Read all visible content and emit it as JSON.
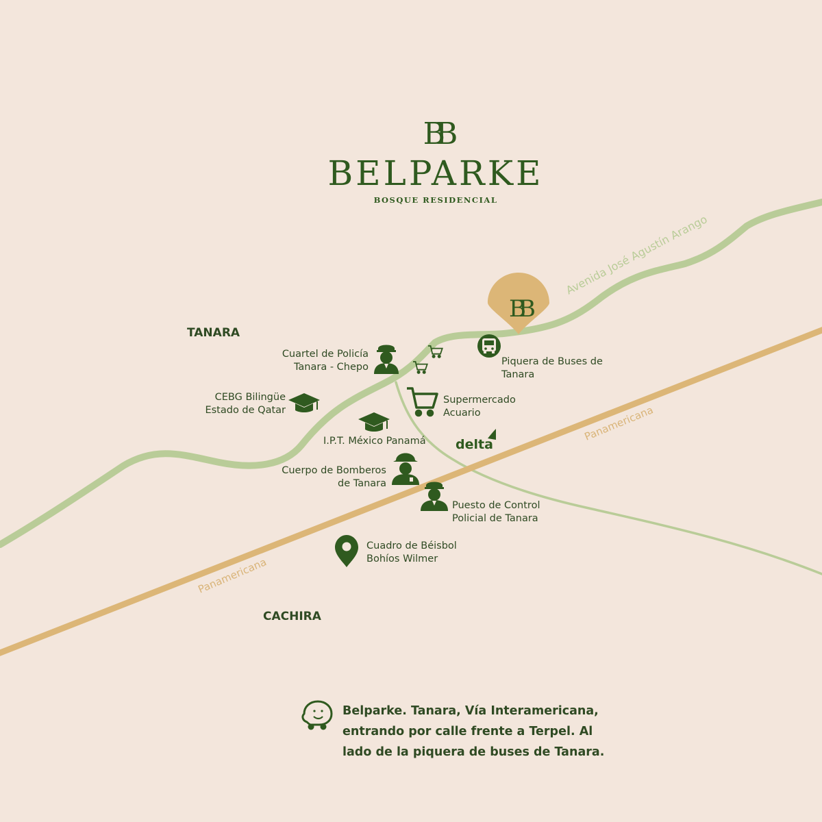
{
  "brand": {
    "monogram": "BB",
    "name": "BELPARKE",
    "subtitle": "BOSQUE RESIDENCIAL"
  },
  "areas": {
    "tanara": "TANARA",
    "cachira": "CACHIRA"
  },
  "roads": {
    "avenida": "Avenida José Agustín Arango",
    "panamericana": "Panamericana"
  },
  "pois": {
    "police_station": [
      "Cuartel de Policía",
      "Tanara - Chepo"
    ],
    "school_cebg": [
      "CEBG Bilingüe",
      "Estado  de Qatar"
    ],
    "ipt": [
      "I.P.T. México Panamá"
    ],
    "firefighters": [
      "Cuerpo de Bomberos",
      "de Tanara"
    ],
    "supermarket": [
      "Supermercado",
      "Acuario"
    ],
    "bus_terminal": [
      "Piquera de Buses de",
      "Tanara"
    ],
    "police_control": [
      "Puesto de Control",
      "Policial de Tanara"
    ],
    "baseball": [
      "Cuadro de Béisbol",
      "Bohíos Wilmer"
    ],
    "delta": "delta"
  },
  "address": [
    "Belparke. Tanara, Vía Interamericana,",
    "entrando por calle frente a Terpel. Al",
    "lado de la piquera de buses de Tanara."
  ],
  "colors": {
    "background": "#f3e6dc",
    "green_road": "#b9cc98",
    "gold_road": "#dcb677",
    "brand_green": "#2f5a1f",
    "pin_gold": "#dcb677"
  },
  "icons": {
    "waze": "waze-icon",
    "pin": "map-pin-icon",
    "cart": "shopping-cart-icon",
    "grad_cap": "graduation-cap-icon",
    "police": "police-officer-icon",
    "firefighter": "firefighter-icon",
    "bus": "bus-icon"
  }
}
